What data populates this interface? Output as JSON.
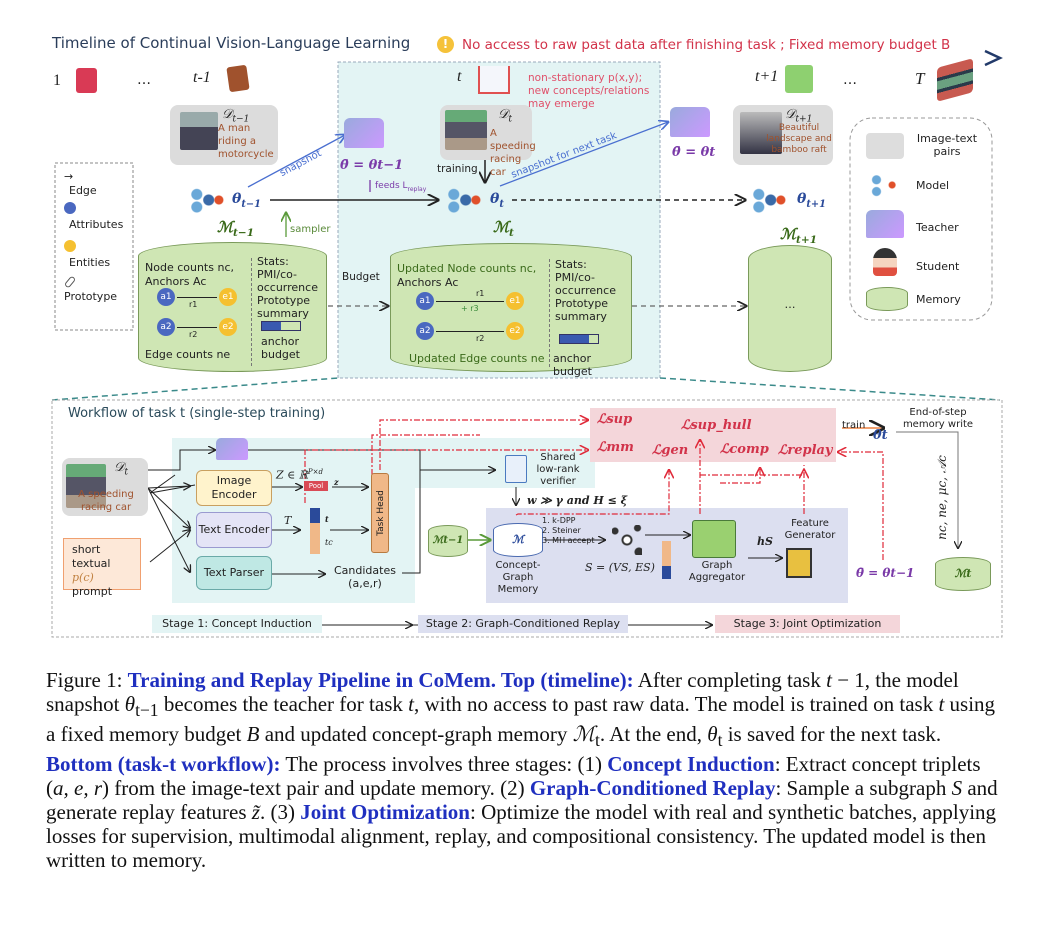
{
  "timeline": {
    "title": "Timeline of Continual Vision-Language Learning",
    "warning": "No access to raw past data after finishing task ; Fixed memory budget B",
    "tasks": [
      "1",
      "…",
      "t-1",
      "t",
      "t+1",
      "…",
      "T"
    ],
    "nonstationary": "non-stationary p(x,y);\nnew concepts/relations\nmay emerge"
  },
  "colors": {
    "teal_panel": "#e3f4f4",
    "memory_green": "#cfe6b4",
    "loss_pink": "#f4d6da",
    "stage2": "#dcdff0",
    "accent_blue": "#1f2fbf",
    "red": "#d2334a",
    "purple": "#7a3aa8"
  },
  "top": {
    "d_prev": {
      "label": "𝒟",
      "sub": "t−1",
      "caption": "A man riding a motorcycle"
    },
    "d_cur": {
      "label": "𝒟",
      "sub": "t",
      "caption": "A speeding racing car"
    },
    "d_next": {
      "label": "𝒟",
      "sub": "t+1",
      "caption": "Beautiful landscape and bamboo raft"
    },
    "theta_prev": {
      "sym": "θ",
      "sub": "t−1"
    },
    "theta_cur": {
      "sym": "θ",
      "sub": "t"
    },
    "theta_next": {
      "sym": "θ",
      "sub": "t+1"
    },
    "m_prev": {
      "sym": "ℳ",
      "sub": "t−1"
    },
    "m_cur": {
      "sym": "ℳ",
      "sub": "t"
    },
    "m_next": {
      "sym": "ℳ",
      "sub": "t+1"
    },
    "teacher_prev": "θ̄ = θt−1",
    "teacher_next": "θ̄ = θt",
    "snapshot": "snapshot",
    "snapshot_next": "snapshot for next task",
    "training": "training",
    "feeds": "feeds L",
    "feeds_sub": "replay",
    "sampler": "sampler",
    "budget": "Budget",
    "mem_prev": {
      "line1": "Node counts nc,",
      "line2": "Anchors Ac",
      "edge": "Edge counts ne",
      "stats": "Stats:",
      "b1": "PMI/co-occurrence",
      "b2": "Prototype summary",
      "budget": "anchor budget"
    },
    "mem_cur": {
      "line1": "Updated Node counts nc,",
      "line2": "Anchors Ac",
      "edge": "Updated Edge counts ne",
      "stats": "Stats:",
      "b1": "PMI/co-occurrence",
      "b2": "Prototype summary",
      "budget": "anchor budget"
    },
    "mem_next": "…",
    "nodes": {
      "a1": "a1",
      "a2": "a2",
      "e1": "e1",
      "e2": "e2",
      "r1": "r1",
      "r2": "r2",
      "r3": "+ r3"
    },
    "anchor_fill_prev": 0.5,
    "anchor_fill_cur": 0.75
  },
  "legend_left": [
    "Edge",
    "Attributes",
    "Entities",
    "Prototype"
  ],
  "legend_right": [
    "Image-text pairs",
    "Model",
    "Teacher",
    "Student",
    "Memory"
  ],
  "workflow": {
    "title": "Workflow of task t (single-step training)",
    "d": "𝒟",
    "d_sub": "t",
    "image_caption": "A speeding racing car",
    "prompt": "short textual",
    "prompt2": "prompt",
    "pc": "p(c)",
    "image_encoder": "Image Encoder",
    "text_encoder": "Text Encoder",
    "text_parser": "Text Parser",
    "z_label": "Z ∈ ℝ",
    "z_sup": "P×d",
    "pool": "Pool",
    "z": "z",
    "T": "T",
    "t": "t",
    "tc": "tc",
    "task_head": "Task Head",
    "candidates": "Candidates\n(a,e,r)",
    "verifier": "Shared low-rank verifier",
    "gate": "w ≫ γ and H ≤ ξ",
    "m_prev": "ℳt−1",
    "m": "ℳ",
    "cgm": "Concept-Graph Memory",
    "steps": [
      "1. k-DPP",
      "2. Steiner",
      "3. MH accept"
    ],
    "subgraph": "S = (VS, ES)",
    "aggregator": "Graph Aggregator",
    "hs": "hS",
    "generator": "Feature Generator",
    "losses": [
      "ℒsup",
      "ℒsup_hull",
      "ℒmm",
      "ℒgen",
      "ℒcomp",
      "ℒreplay"
    ],
    "train": "train",
    "theta_t": "θt",
    "end_step": "End-of-step memory write",
    "write_vals": "nc, ne, μc, 𝒜c",
    "m_t": "ℳt",
    "teacher": "θ̄ = θt−1",
    "stages": [
      "Stage 1: Concept Induction",
      "Stage 2: Graph-Conditioned Replay",
      "Stage 3: Joint Optimization"
    ]
  },
  "caption": {
    "segments": [
      [
        "n",
        "Figure 1:  "
      ],
      [
        "b",
        "Training and Replay Pipeline in CoMem. Top (timeline):"
      ],
      [
        "n",
        " After completing task "
      ],
      [
        "i",
        "t"
      ],
      [
        "n",
        " − 1, the model snapshot "
      ],
      [
        "i",
        "θ"
      ],
      [
        "s",
        "t−1"
      ],
      [
        "n",
        " becomes the teacher for task "
      ],
      [
        "i",
        "t"
      ],
      [
        "n",
        ", with no access to past raw data. The model is trained on task "
      ],
      [
        "i",
        "t"
      ],
      [
        "n",
        " using a fixed memory budget "
      ],
      [
        "i",
        "B"
      ],
      [
        "n",
        " and updated concept-graph memory "
      ],
      [
        "i",
        "ℳ"
      ],
      [
        "s",
        "t"
      ],
      [
        "n",
        ". At the end, "
      ],
      [
        "i",
        "θ"
      ],
      [
        "s",
        "t"
      ],
      [
        "n",
        " is saved for the next task. "
      ],
      [
        "b",
        "Bottom (task-t workflow):"
      ],
      [
        "n",
        " The process involves three stages: (1) "
      ],
      [
        "b",
        "Concept Induction"
      ],
      [
        "n",
        ": Extract concept triplets ("
      ],
      [
        "i",
        "a, e, r"
      ],
      [
        "n",
        ") from the image-text pair and update memory. (2) "
      ],
      [
        "b",
        "Graph-Conditioned Replay"
      ],
      [
        "n",
        ": Sample a subgraph "
      ],
      [
        "i",
        "S"
      ],
      [
        "n",
        " and generate replay features "
      ],
      [
        "i",
        "z̃"
      ],
      [
        "n",
        ". (3) "
      ],
      [
        "b",
        "Joint Optimization"
      ],
      [
        "n",
        ": Optimize the model with real and synthetic batches, applying losses for supervision, multimodal alignment, replay, and compositional consistency. The updated model is then written to memory."
      ]
    ]
  }
}
